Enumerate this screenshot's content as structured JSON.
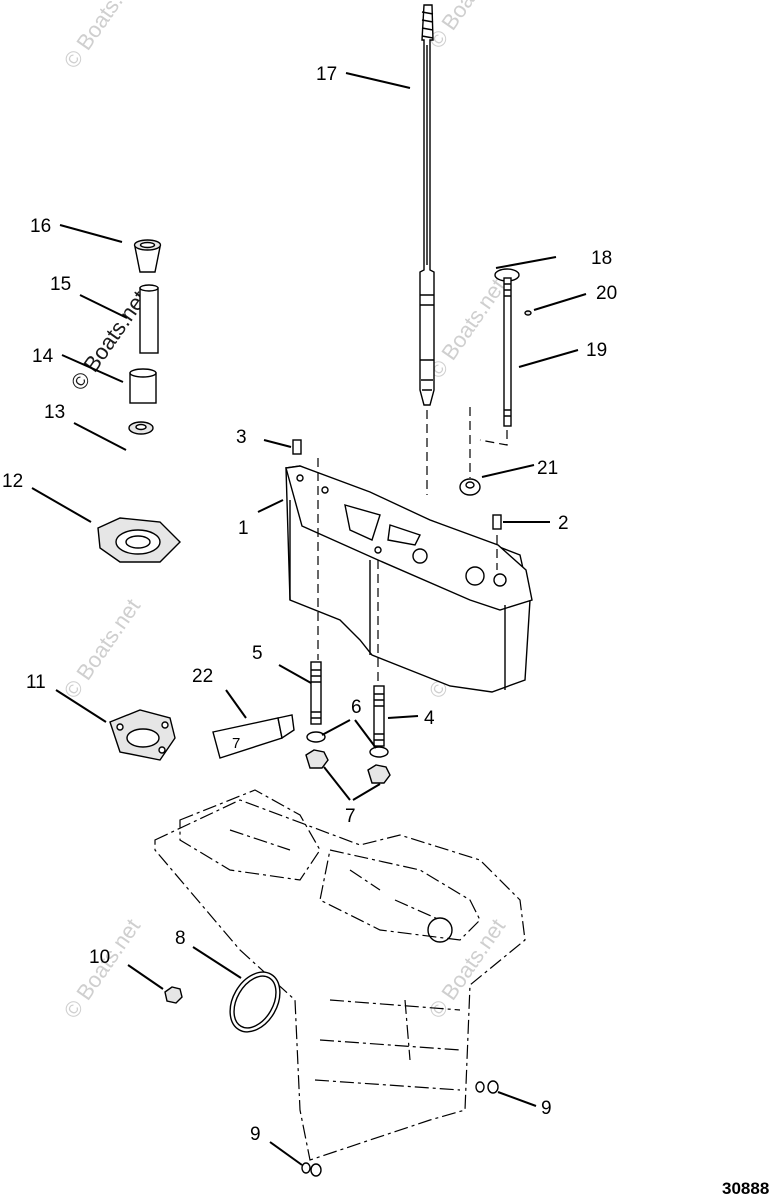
{
  "callouts": [
    {
      "id": "17",
      "label": "17"
    },
    {
      "id": "16",
      "label": "16"
    },
    {
      "id": "15",
      "label": "15"
    },
    {
      "id": "14",
      "label": "14"
    },
    {
      "id": "13",
      "label": "13"
    },
    {
      "id": "12",
      "label": "12"
    },
    {
      "id": "11",
      "label": "11"
    },
    {
      "id": "10",
      "label": "10"
    },
    {
      "id": "8",
      "label": "8"
    },
    {
      "id": "3",
      "label": "3"
    },
    {
      "id": "1",
      "label": "1"
    },
    {
      "id": "18",
      "label": "18"
    },
    {
      "id": "20",
      "label": "20"
    },
    {
      "id": "19",
      "label": "19"
    },
    {
      "id": "21",
      "label": "21"
    },
    {
      "id": "2",
      "label": "2"
    },
    {
      "id": "22",
      "label": "22"
    },
    {
      "id": "5",
      "label": "5"
    },
    {
      "id": "6",
      "label": "6"
    },
    {
      "id": "4",
      "label": "4"
    },
    {
      "id": "7",
      "label": "7"
    },
    {
      "id": "9a",
      "label": "9"
    },
    {
      "id": "9b",
      "label": "9"
    }
  ],
  "tube_label": "7",
  "watermark": "© Boats.net",
  "reference_number": "30888"
}
